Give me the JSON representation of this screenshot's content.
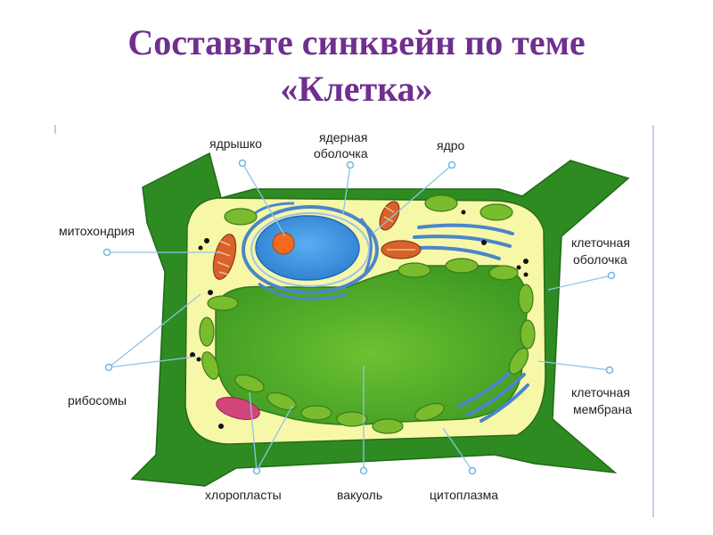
{
  "slide": {
    "title_line1": "Составьте синквейн по теме",
    "title_line2": "«Клетка»"
  },
  "diagram": {
    "labels": {
      "nucleolus": "ядрышко",
      "nuclear_envelope_1": "ядерная",
      "nuclear_envelope_2": "оболочка",
      "nucleus": "ядро",
      "mitochondrion": "митохондрия",
      "cell_wall_1": "клеточная",
      "cell_wall_2": "оболочка",
      "ribosomes": "рибосомы",
      "cell_membrane_1": "клеточная",
      "cell_membrane_2": "мембрана",
      "chloroplasts": "хлоропласты",
      "vacuole": "вакуоль",
      "cytoplasm": "цитоплазма"
    },
    "colors": {
      "cell_wall": "#2e8b22",
      "cytoplasm": "#f7f7a8",
      "vacuole": "#5fb82a",
      "nucleus": "#3a8fe0",
      "nucleolus": "#f26a1b",
      "chloroplast": "#79bd2e",
      "mitochondrion": "#d9622a",
      "golgi": "#4c86c9"
    }
  }
}
